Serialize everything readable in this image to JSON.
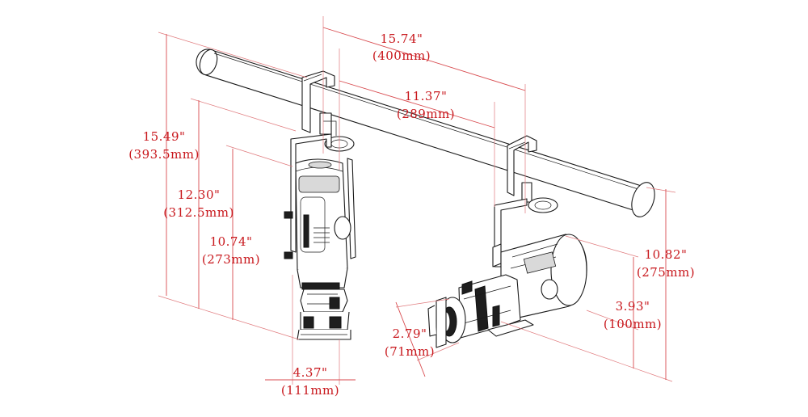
{
  "dimensions": {
    "width_pipe_overall": {
      "inch": "15.74\"",
      "mm": "(400mm)"
    },
    "width_fixture_spacing": {
      "inch": "11.37\"",
      "mm": "(289mm)"
    },
    "height_overall": {
      "inch": "15.49\"",
      "mm": "(393.5mm)"
    },
    "height_body": {
      "inch": "12.30\"",
      "mm": "(312.5mm)"
    },
    "height_lower": {
      "inch": "10.74\"",
      "mm": "(273mm)"
    },
    "width_base": {
      "inch": "4.37\"",
      "mm": "(111mm)"
    },
    "lens_diameter": {
      "inch": "2.79\"",
      "mm": "(71mm)"
    },
    "tilt_height": {
      "inch": "3.93\"",
      "mm": "(100mm)"
    },
    "tilt_length": {
      "inch": "10.82\"",
      "mm": "(275mm)"
    }
  },
  "colors": {
    "dimension": "#c8171c",
    "outline": "#1a1a1a"
  }
}
